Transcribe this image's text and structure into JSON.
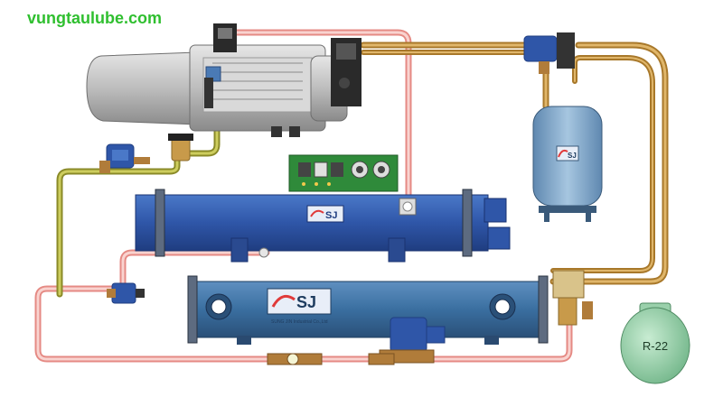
{
  "watermark": "vungtaulube.com",
  "condenser_logo": "SJ",
  "evaporator_logo": "SJ",
  "evaporator_caption": "SUNG JIN Industrial Co.,Ltd",
  "receiver_logo": "SJ",
  "refrigerant_label": "R-22",
  "colors": {
    "watermark": "#2fbf2f",
    "hot_pipe": "#f3a5a0",
    "liquid_pipe": "#c4912f",
    "suction_pipe": "#a8a83a",
    "condenser": "#2f56a8",
    "evaporator": "#3a6fa0",
    "receiver": "#7fa8cc",
    "compressor": "#bdbdbd",
    "cylinder": "#8fc9a0"
  }
}
